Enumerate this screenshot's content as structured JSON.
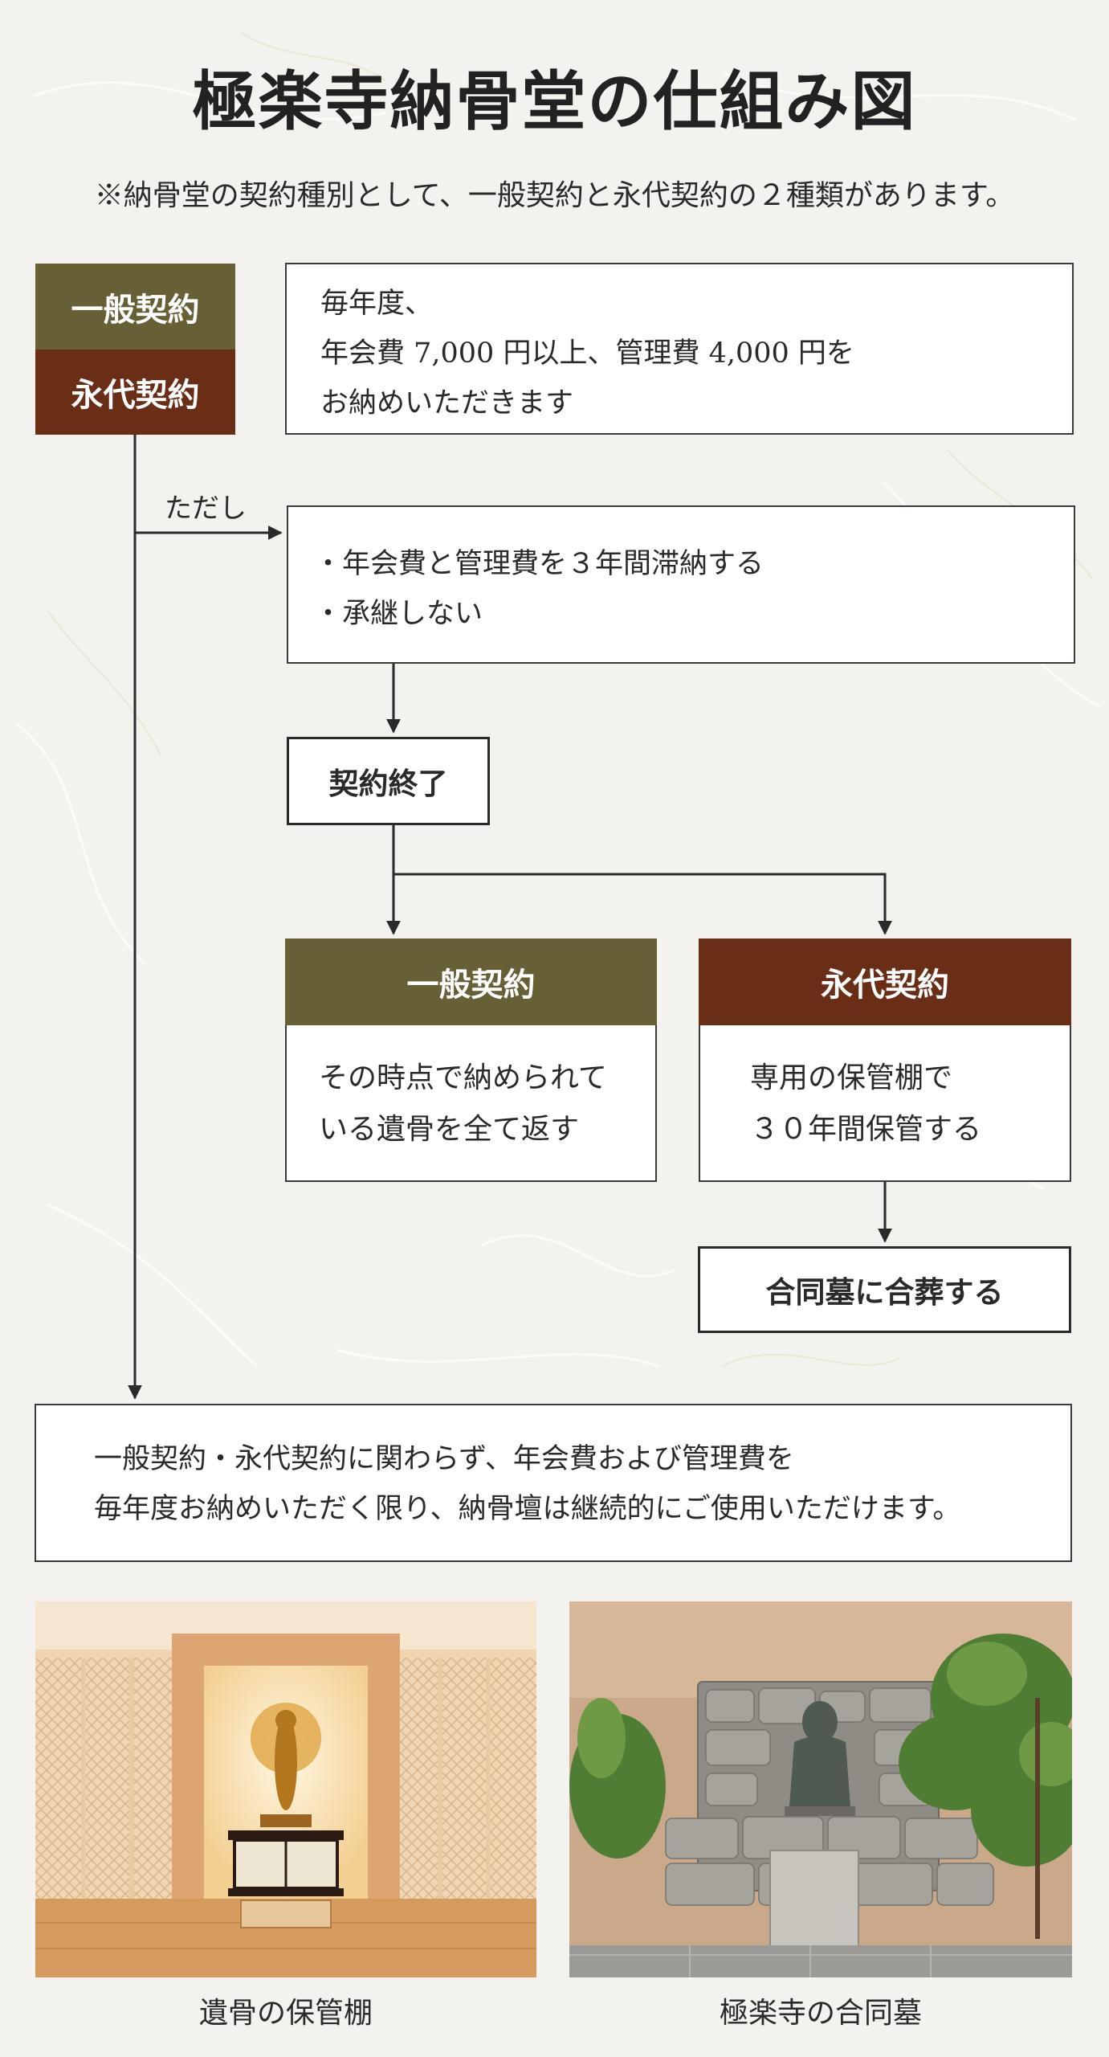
{
  "title": "極楽寺納骨堂の仕組み図",
  "subtitle": "※納骨堂の契約種別として、一般契約と永代契約の２種類があります。",
  "legend": {
    "general": "一般契約",
    "perpetual": "永代契約"
  },
  "fee_box": {
    "line1": "毎年度、",
    "line2": "年会費 7,000 円以上、管理費 4,000 円を",
    "line3": "お納めいただきます"
  },
  "branch_label": "ただし",
  "condition_box": {
    "item1": "・年会費と管理費を３年間滞納する",
    "item2": "・承継しない"
  },
  "contract_end": "契約終了",
  "general_result": {
    "title": "一般契約",
    "line1": "その時点で納められて",
    "line2": "いる遺骨を全て返す"
  },
  "perpetual_result": {
    "title": "永代契約",
    "line1": "専用の保管棚で",
    "line2": "３０年間保管する"
  },
  "joint_burial": "合同墓に合葬する",
  "note": {
    "line1": "一般契約・永代契約に関わらず、年会費および管理費を",
    "line2": "毎年度お納めいただく限り、納骨壇は継続的にご使用いただけます。"
  },
  "photos": {
    "left_caption": "遺骨の保管棚",
    "right_caption": "極楽寺の合同墓"
  },
  "colors": {
    "general": "#676037",
    "perpetual": "#6a2e16",
    "line": "#2a2a2a",
    "background": "#f4f2ee"
  }
}
